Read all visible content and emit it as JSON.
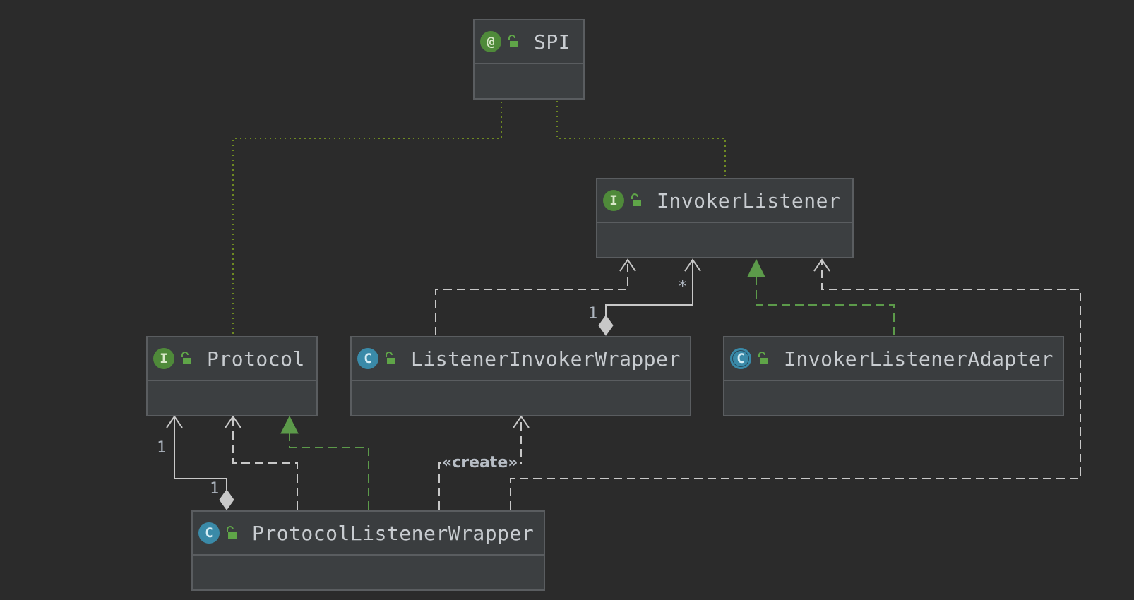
{
  "nodes": {
    "spi": {
      "name": "SPI",
      "kind": "annotation",
      "kind_glyph": "@",
      "icon": "annotation-icon",
      "visibility_icon": "unlocked-icon"
    },
    "invoker_listener": {
      "name": "InvokerListener",
      "kind": "interface",
      "kind_glyph": "I",
      "icon": "interface-icon",
      "visibility_icon": "unlocked-icon"
    },
    "protocol": {
      "name": "Protocol",
      "kind": "interface",
      "kind_glyph": "I",
      "icon": "interface-icon",
      "visibility_icon": "unlocked-icon"
    },
    "listener_invoker_wrapper": {
      "name": "ListenerInvokerWrapper",
      "kind": "class",
      "kind_glyph": "C",
      "icon": "class-icon",
      "visibility_icon": "unlocked-icon"
    },
    "invoker_listener_adapter": {
      "name": "InvokerListenerAdapter",
      "kind": "abstract-class",
      "kind_glyph": "C",
      "icon": "abstract-class-icon",
      "visibility_icon": "unlocked-icon"
    },
    "protocol_listener_wrapper": {
      "name": "ProtocolListenerWrapper",
      "kind": "class",
      "kind_glyph": "C",
      "icon": "class-icon",
      "visibility_icon": "unlocked-icon"
    }
  },
  "edges": [
    {
      "from": "protocol",
      "to": "spi",
      "type": "annotated-by"
    },
    {
      "from": "invoker_listener",
      "to": "spi",
      "type": "annotated-by"
    },
    {
      "from": "listener_invoker_wrapper",
      "to": "invoker_listener",
      "type": "dependency"
    },
    {
      "from": "listener_invoker_wrapper",
      "to": "invoker_listener",
      "type": "aggregation",
      "source_multiplicity": "1",
      "target_multiplicity": "*"
    },
    {
      "from": "invoker_listener_adapter",
      "to": "invoker_listener",
      "type": "realization"
    },
    {
      "from": "protocol_listener_wrapper",
      "to": "invoker_listener",
      "type": "dependency"
    },
    {
      "from": "protocol_listener_wrapper",
      "to": "protocol",
      "type": "aggregation",
      "source_multiplicity": "1",
      "target_multiplicity": "1"
    },
    {
      "from": "protocol_listener_wrapper",
      "to": "protocol",
      "type": "dependency"
    },
    {
      "from": "protocol_listener_wrapper",
      "to": "protocol",
      "type": "realization"
    },
    {
      "from": "protocol_listener_wrapper",
      "to": "listener_invoker_wrapper",
      "type": "create",
      "label": "«create»"
    }
  ],
  "labels": {
    "agg_listener_source": "1",
    "agg_listener_target": "*",
    "agg_protocol_source": "1",
    "agg_protocol_target": "1",
    "create_stereotype": "«create»"
  },
  "colors": {
    "background": "#2b2b2b",
    "node_fill": "#3c3f41",
    "node_border": "#5a5d60",
    "edge_default": "#c8c8c8",
    "realization": "#5c9a4a",
    "annotation_link": "#6e8a22",
    "interface_icon": "#4f8a3a",
    "class_icon": "#3a8aa8",
    "lock": "#5fa548"
  }
}
